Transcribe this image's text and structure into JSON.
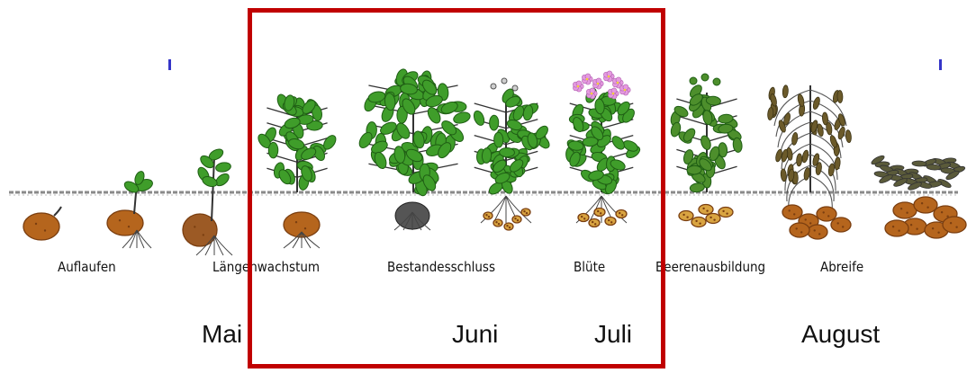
{
  "stages": [
    "Auflaufen",
    "Längenwachstum",
    "Bestandesschluss",
    "Blüte",
    "Beerenausbildung",
    "Abreife"
  ],
  "months": [
    "Mai",
    "Juni",
    "Juli",
    "August"
  ],
  "colors": {
    "soil_line": "#8a8a8a",
    "tuber": "#b5651d",
    "tuber_dark": "#7a3e10",
    "leaf": "#3f9d2a",
    "leaf_dark": "#1f5e14",
    "stem": "#333333",
    "flower": "#e59ae0",
    "senescent_leaf": "#6b5a2a",
    "frame": "#c00000",
    "tick": "#3535c8"
  }
}
